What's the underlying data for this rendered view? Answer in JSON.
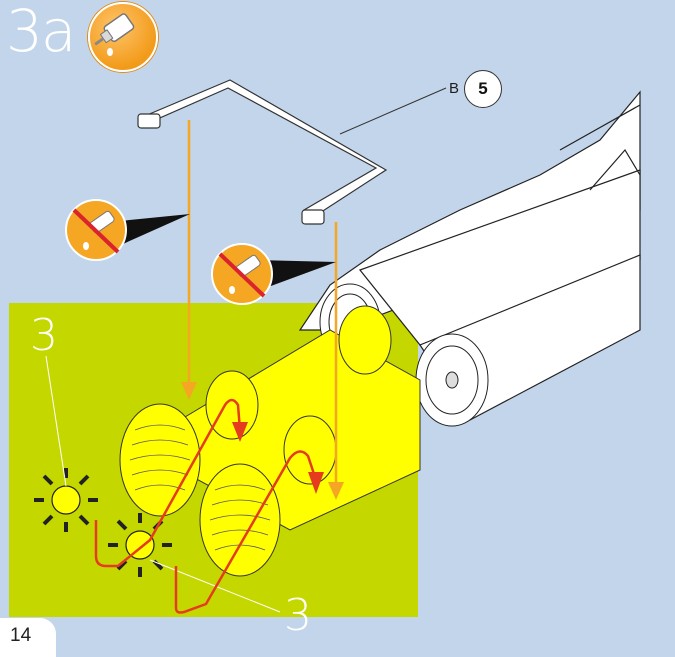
{
  "step": {
    "label": "3a",
    "icon": "glue-tube-icon"
  },
  "part": {
    "letter": "B",
    "quantity": "5"
  },
  "callouts": {
    "left": "3",
    "bottom": "3"
  },
  "page": {
    "number": "14"
  },
  "icons": [
    "no-glue-icon",
    "no-glue-icon"
  ],
  "colors": {
    "background": "#c3d5ea",
    "highlight": "#c4d800",
    "yellow_part": "#ffff00",
    "arrow": "#f5a623",
    "guide_line": "#e53b1e",
    "glue_badge": "#f29b1a"
  }
}
